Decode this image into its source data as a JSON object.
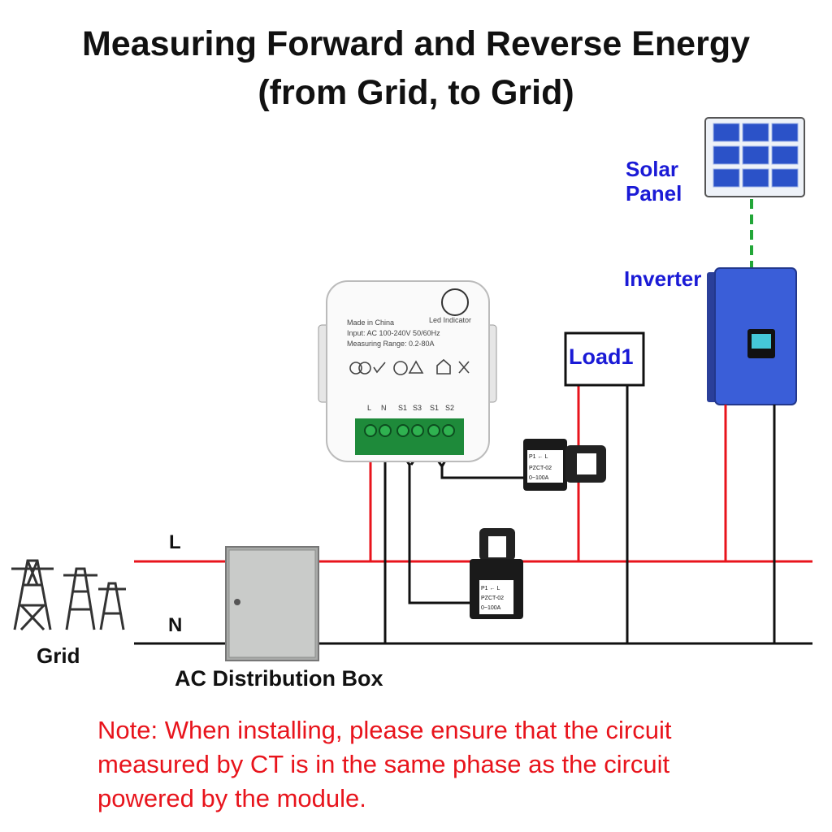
{
  "title_line1": "Measuring Forward and Reverse Energy",
  "title_line2": "(from Grid, to Grid)",
  "labels": {
    "solar_panel": "Solar Panel",
    "inverter": "Inverter",
    "load": "Load1",
    "line_L": "L",
    "line_N": "N",
    "grid": "Grid",
    "distribution_box": "AC Distribution Box"
  },
  "module": {
    "made_in": "Made in China",
    "input": "Input: AC 100-240V 50/60Hz",
    "range": "Measuring Range: 0.2-80A",
    "led": "Led Indicator",
    "terminals": [
      "L",
      "N",
      "S1",
      "S3",
      "S1",
      "S2"
    ]
  },
  "ct_upper": {
    "line1": "P1 ← L",
    "model": "PZCT-02",
    "range": "0~100A"
  },
  "ct_lower": {
    "line1": "P1 ← L",
    "model": "PZCT-02",
    "range": "0~100A"
  },
  "note": "Note: When installing, please ensure that the circuit measured by CT is in the same phase as the circuit powered by the module.",
  "colors": {
    "live": "#e8141c",
    "neutral": "#111111",
    "label_blue": "#1a1ad6",
    "inverter_blue": "#3a5ed8",
    "dashed": "#22a638",
    "terminal_green": "#1e8a3a"
  }
}
